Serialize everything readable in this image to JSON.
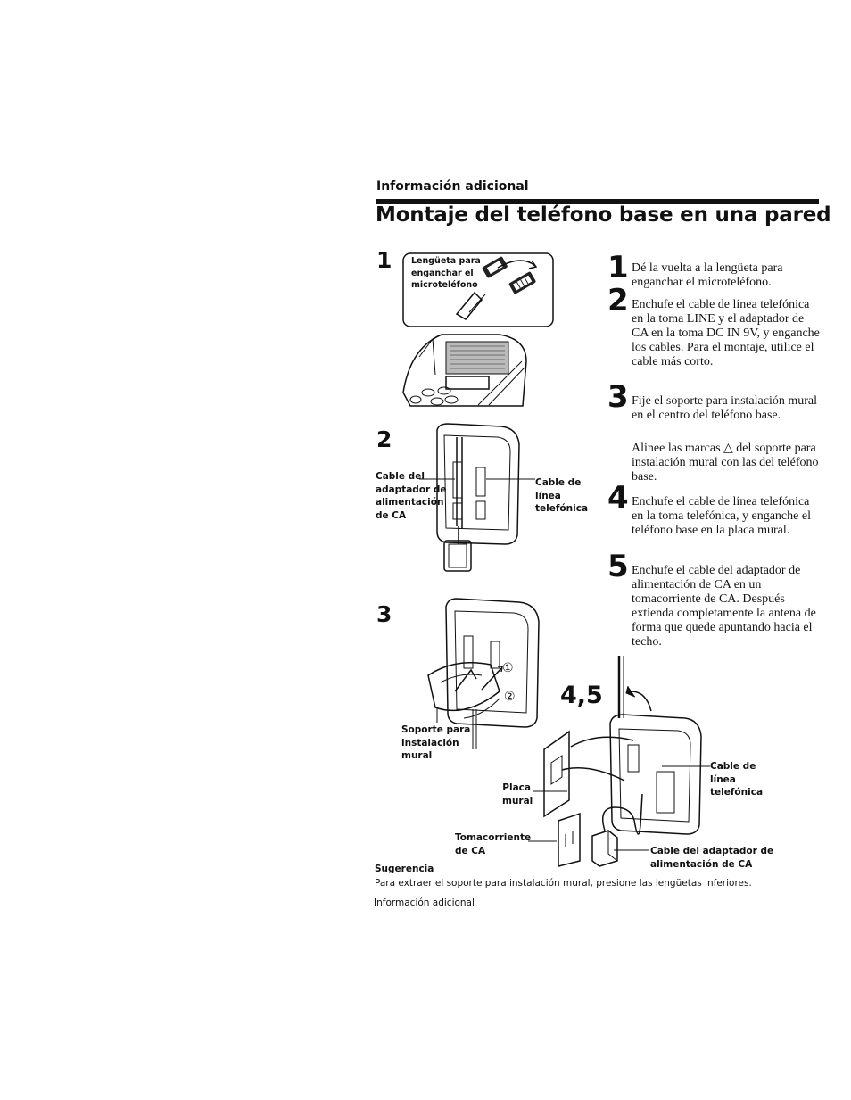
{
  "section_label": "Información adicional",
  "title": "Montaje del teléfono base en una pared",
  "figures": {
    "fig1": {
      "number": "1",
      "callout_lines": [
        "Lengüeta para",
        "enganchar el",
        "microteléfono"
      ]
    },
    "fig2": {
      "number": "2",
      "left_callout_lines": [
        "Cable del",
        "adaptador de",
        "alimentación",
        "de CA"
      ],
      "right_callout_lines": [
        "Cable de",
        "línea",
        "telefónica"
      ]
    },
    "fig3": {
      "number": "3",
      "callout_lines": [
        "Soporte para",
        "instalación",
        "mural"
      ],
      "marks": [
        "①",
        "②"
      ]
    },
    "fig45": {
      "number": "4,5",
      "callouts": {
        "line_cable_lines": [
          "Cable de",
          "línea",
          "telefónica"
        ],
        "wall_plate_lines": [
          "Placa",
          "mural"
        ],
        "outlet_lines": [
          "Tomacorriente",
          "de CA"
        ],
        "adapter_cable_lines": [
          "Cable del adaptador de",
          "alimentación de CA"
        ]
      }
    }
  },
  "steps": [
    {
      "number": "1",
      "paragraphs": [
        "Dé la vuelta a la lengüeta para enganchar el microteléfono."
      ]
    },
    {
      "number": "2",
      "paragraphs": [
        "Enchufe el cable de línea telefónica en la toma LINE y el adaptador de CA en la toma DC IN 9V, y enganche los cables. Para el montaje, utilice el cable más corto."
      ]
    },
    {
      "number": "3",
      "paragraphs": [
        "Fije el soporte para instalación mural en el centro del teléfono base.",
        "Alinee las marcas △ del soporte para instalación mural con las del teléfono base."
      ]
    },
    {
      "number": "4",
      "paragraphs": [
        "Enchufe el cable de línea telefónica en la toma telefónica, y enganche el teléfono base en la placa mural."
      ]
    },
    {
      "number": "5",
      "paragraphs": [
        "Enchufe el cable del adaptador de alimentación de CA en un tomacorriente de CA. Después extienda completamente la antena de forma que quede apuntando hacia el techo."
      ]
    }
  ],
  "tip": {
    "heading": "Sugerencia",
    "text": "Para extraer el soporte para instalación mural, presione las lengüetas inferiores."
  },
  "footer": "Información adicional"
}
